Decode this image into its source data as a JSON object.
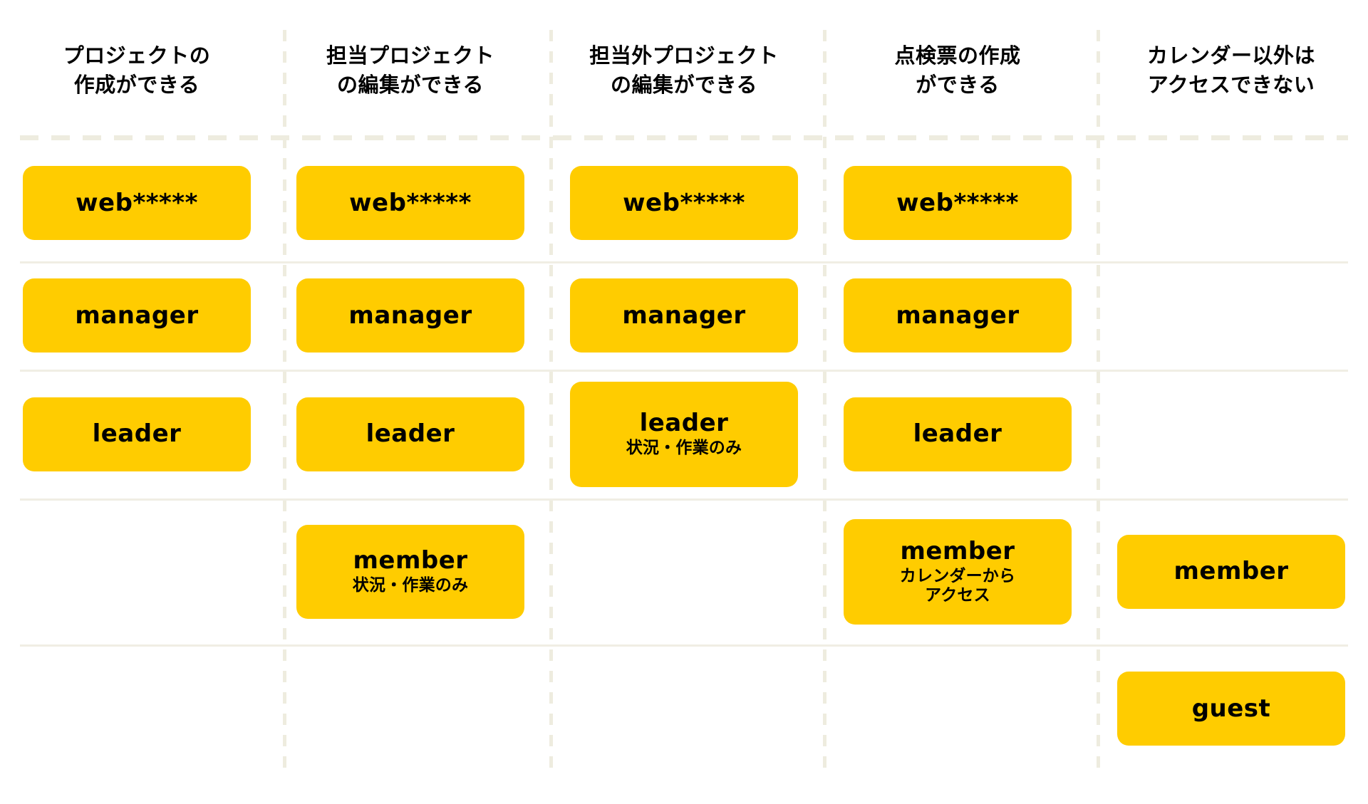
{
  "theme": {
    "chip_color": "#FFCC00",
    "rule_color": "#EEECDF",
    "text_color": "#000000",
    "background": "#FFFFFF"
  },
  "columns": [
    {
      "id": "create-project",
      "line1": "プロジェクトの",
      "line2": "作成ができる"
    },
    {
      "id": "edit-own-project",
      "line1": "担当プロジェクト",
      "line2": "の編集ができる"
    },
    {
      "id": "edit-other-project",
      "line1": "担当外プロジェクト",
      "line2": "の編集ができる"
    },
    {
      "id": "create-inspection",
      "line1": "点検票の作成",
      "line2": "ができる"
    },
    {
      "id": "calendar-only",
      "line1": "カレンダー以外は",
      "line2": "アクセスできない"
    }
  ],
  "rows": [
    {
      "id": "row-web",
      "cells": [
        {
          "label": "web*****",
          "sub": "",
          "empty": false
        },
        {
          "label": "web*****",
          "sub": "",
          "empty": false
        },
        {
          "label": "web*****",
          "sub": "",
          "empty": false
        },
        {
          "label": "web*****",
          "sub": "",
          "empty": false
        },
        {
          "label": "",
          "sub": "",
          "empty": true
        }
      ]
    },
    {
      "id": "row-manager",
      "cells": [
        {
          "label": "manager",
          "sub": "",
          "empty": false
        },
        {
          "label": "manager",
          "sub": "",
          "empty": false
        },
        {
          "label": "manager",
          "sub": "",
          "empty": false
        },
        {
          "label": "manager",
          "sub": "",
          "empty": false
        },
        {
          "label": "",
          "sub": "",
          "empty": true
        }
      ]
    },
    {
      "id": "row-leader",
      "cells": [
        {
          "label": "leader",
          "sub": "",
          "empty": false
        },
        {
          "label": "leader",
          "sub": "",
          "empty": false
        },
        {
          "label": "leader",
          "sub": "状況・作業のみ",
          "empty": false
        },
        {
          "label": "leader",
          "sub": "",
          "empty": false
        },
        {
          "label": "",
          "sub": "",
          "empty": true
        }
      ]
    },
    {
      "id": "row-member",
      "cells": [
        {
          "label": "",
          "sub": "",
          "empty": true
        },
        {
          "label": "member",
          "sub": "状況・作業のみ",
          "empty": false
        },
        {
          "label": "",
          "sub": "",
          "empty": true
        },
        {
          "label": "member",
          "sub": "カレンダーから\nアクセス",
          "empty": false
        },
        {
          "label": "member",
          "sub": "",
          "empty": false
        }
      ]
    },
    {
      "id": "row-guest",
      "cells": [
        {
          "label": "",
          "sub": "",
          "empty": true
        },
        {
          "label": "",
          "sub": "",
          "empty": true
        },
        {
          "label": "",
          "sub": "",
          "empty": true
        },
        {
          "label": "",
          "sub": "",
          "empty": true
        },
        {
          "label": "guest",
          "sub": "",
          "empty": false
        }
      ]
    }
  ]
}
